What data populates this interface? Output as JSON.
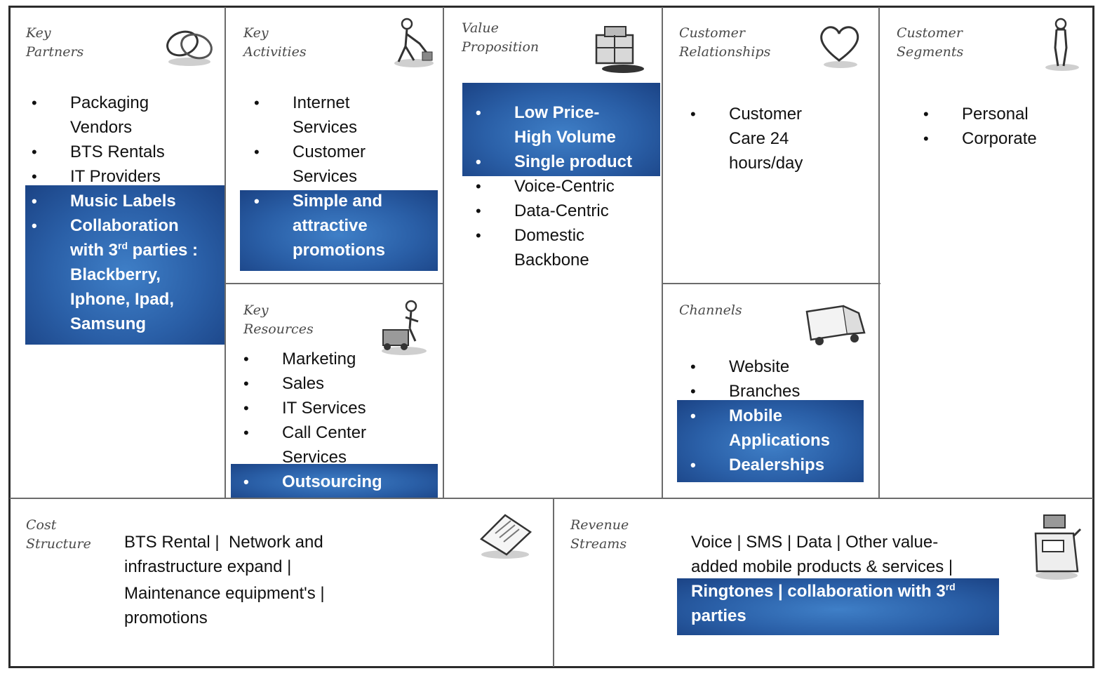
{
  "canvas": {
    "key_partners": {
      "title_line1": "Key",
      "title_line2": "Partners",
      "icon": "rings-icon",
      "items": [
        "Packaging",
        "Vendors",
        "BTS Rentals",
        "IT Providers"
      ],
      "highlighted_items": [
        "Music Labels",
        "Collaboration",
        "with 3rd parties :",
        "Blackberry,",
        "Iphone, Ipad,",
        "Samsung"
      ]
    },
    "key_activities": {
      "title_line1": "Key",
      "title_line2": "Activities",
      "icon": "worker-icon",
      "items": [
        "Internet",
        "Services",
        "Customer",
        "Services"
      ],
      "highlighted_items": [
        "Simple and",
        "attractive",
        "promotions"
      ]
    },
    "key_resources": {
      "title_line1": "Key",
      "title_line2": "Resources",
      "icon": "forklift-icon",
      "items": [
        "Marketing",
        "Sales",
        "IT Services",
        "Call Center",
        "Services"
      ],
      "highlighted_items": [
        "Outsourcing"
      ]
    },
    "value_proposition": {
      "title_line1": "Value",
      "title_line2": "Proposition",
      "icon": "gift-icon",
      "highlighted_items": [
        "Low Price-",
        "High Volume",
        "Single product"
      ],
      "items": [
        "Voice-Centric",
        "Data-Centric",
        "Domestic",
        "Backbone"
      ]
    },
    "customer_relationships": {
      "title_line1": "Customer",
      "title_line2": "Relationships",
      "icon": "heart-icon",
      "items": [
        "Customer",
        "Care 24",
        "hours/day"
      ]
    },
    "channels": {
      "title_line1": "Channels",
      "icon": "truck-icon",
      "items": [
        "Website",
        "Branches"
      ],
      "highlighted_items": [
        "Mobile",
        "Applications",
        "Dealerships"
      ]
    },
    "customer_segments": {
      "title_line1": "Customer",
      "title_line2": "Segments",
      "icon": "person-icon",
      "items": [
        "Personal",
        "Corporate"
      ]
    },
    "cost_structure": {
      "title_line1": "Cost",
      "title_line2": "Structure",
      "icon": "receipt-icon",
      "lines": [
        "BTS Rental |  Network and",
        "infrastructure expand |",
        "Maintenance equipment's |",
        "promotions"
      ]
    },
    "revenue_streams": {
      "title_line1": "Revenue",
      "title_line2": "Streams",
      "icon": "cash-register-icon",
      "lines": [
        "Voice | SMS | Data | Other value-",
        "added mobile products & services |"
      ],
      "highlight_line1_a": "Ringtones | collaboration with 3",
      "highlight_line1_sup": "rd",
      "highlight_line2": "parties"
    },
    "colors": {
      "highlight_dark": "#1b4385",
      "highlight_light": "#3f7fc7",
      "border": "#2b2b2b"
    }
  }
}
